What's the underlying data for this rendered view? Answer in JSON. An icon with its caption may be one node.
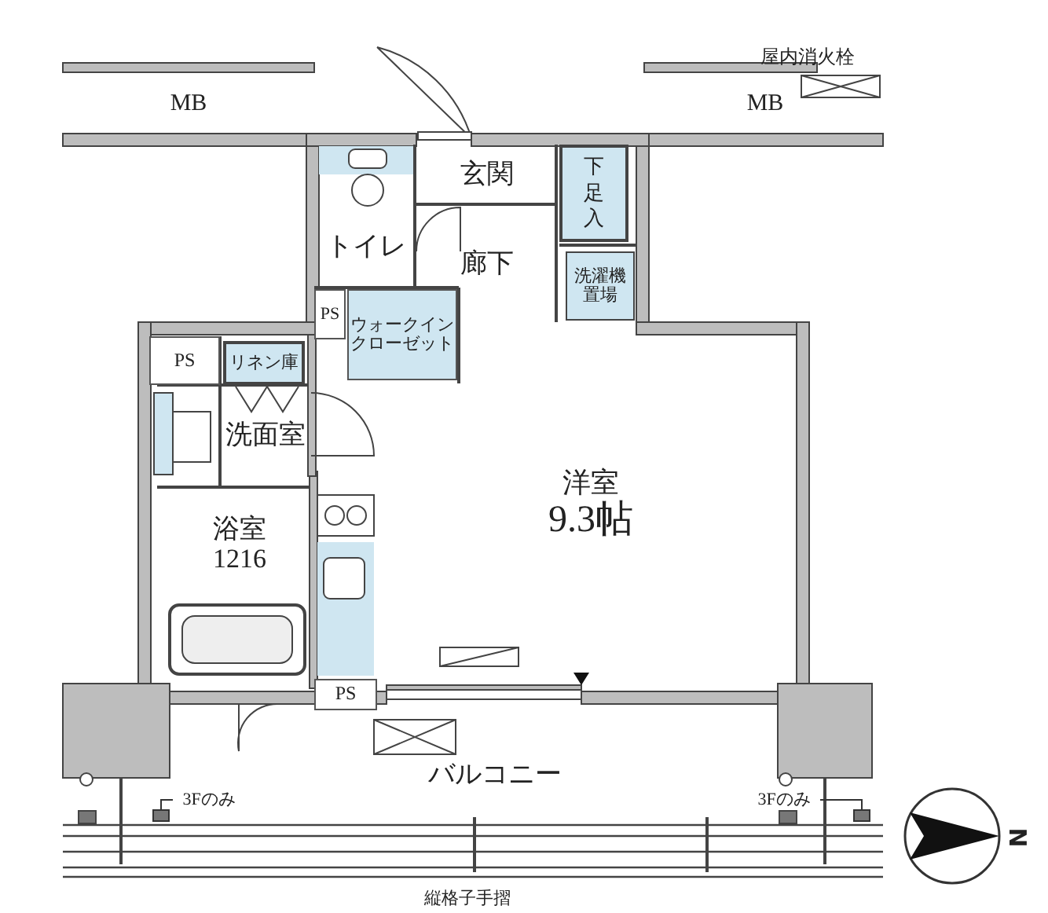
{
  "diagram": {
    "nodes": [
      {
        "text": [
          "MB"
        ]
      },
      {
        "text": [
          "MB"
        ]
      },
      {
        "text": [
          "玄関"
        ]
      },
      {
        "text": [
          "下足入"
        ]
      },
      {
        "text": [
          "トイレ"
        ]
      },
      {
        "text": [
          "廊下"
        ]
      },
      {
        "text": [
          "洗濯機置場"
        ]
      },
      {
        "text": [
          "PS"
        ]
      },
      {
        "text": [
          "ウォークインクローゼット"
        ]
      },
      {
        "text": [
          "PS"
        ]
      },
      {
        "text": [
          "リネン庫"
        ]
      },
      {
        "text": [
          "洗面室"
        ]
      },
      {
        "text": [
          "浴室",
          "1216"
        ]
      },
      {
        "text": [
          "洋室",
          "9.3帖"
        ]
      },
      {
        "text": [
          "PS"
        ]
      },
      {
        "text": [
          "バルコニー"
        ]
      },
      {
        "text": [
          "3Fのみ"
        ]
      },
      {
        "text": [],
        "shape": "box"
      },
      {
        "text": [
          "3Fのみ"
        ]
      },
      {
        "text": [],
        "shape": "box"
      }
    ],
    "edges": [
      {
        "from": 16,
        "to": 17,
        "arrow": "none"
      },
      {
        "from": 18,
        "to": 19,
        "arrow": "none"
      }
    ],
    "labels": [
      "屋内消火栓",
      "N",
      "縦格子手摺"
    ]
  }
}
